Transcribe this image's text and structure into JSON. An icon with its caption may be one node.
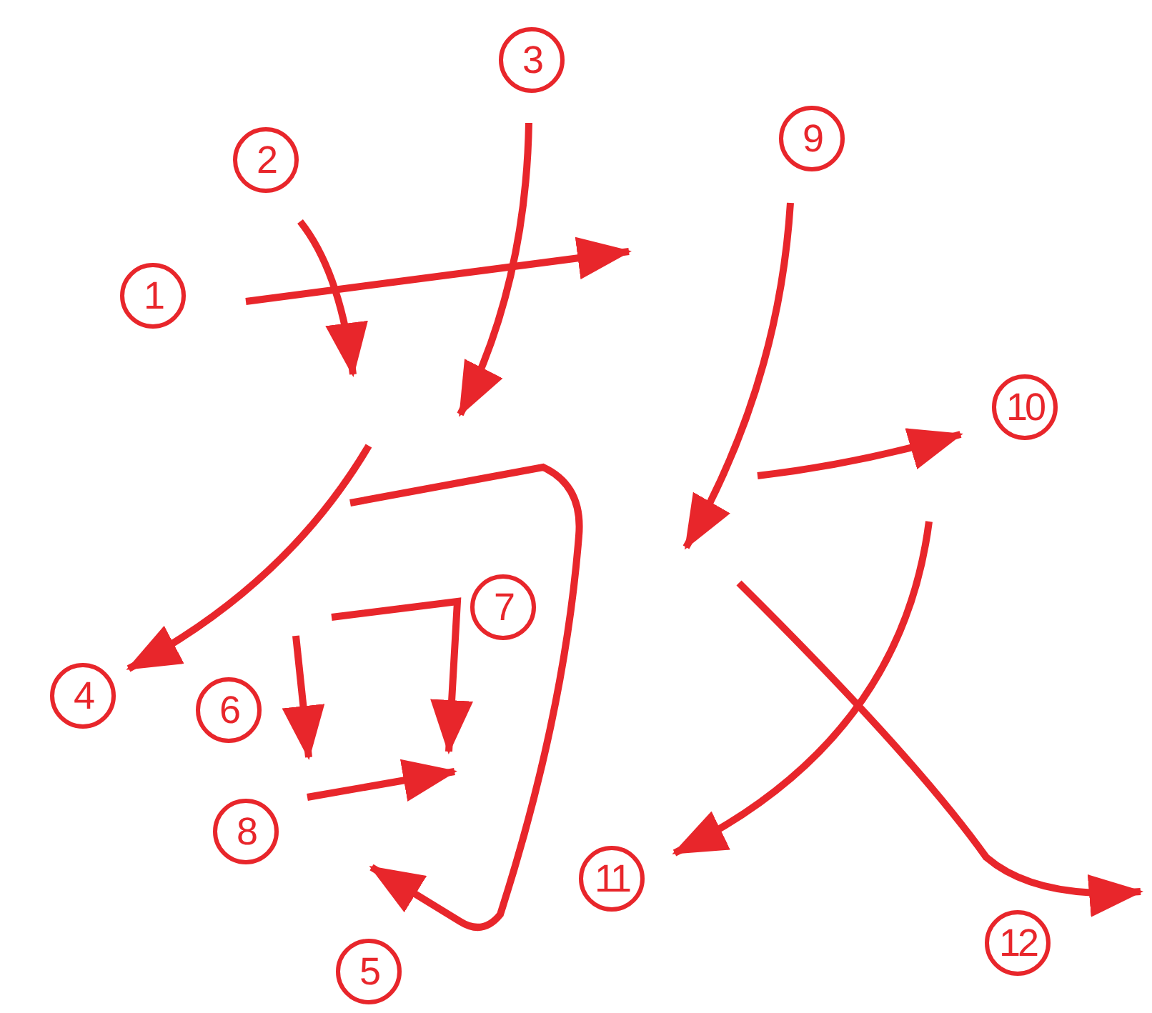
{
  "diagram": {
    "labels": [
      "3",
      "2",
      "9",
      "1",
      "10",
      "7",
      "4",
      "6",
      "8",
      "11",
      "12",
      "5"
    ]
  }
}
